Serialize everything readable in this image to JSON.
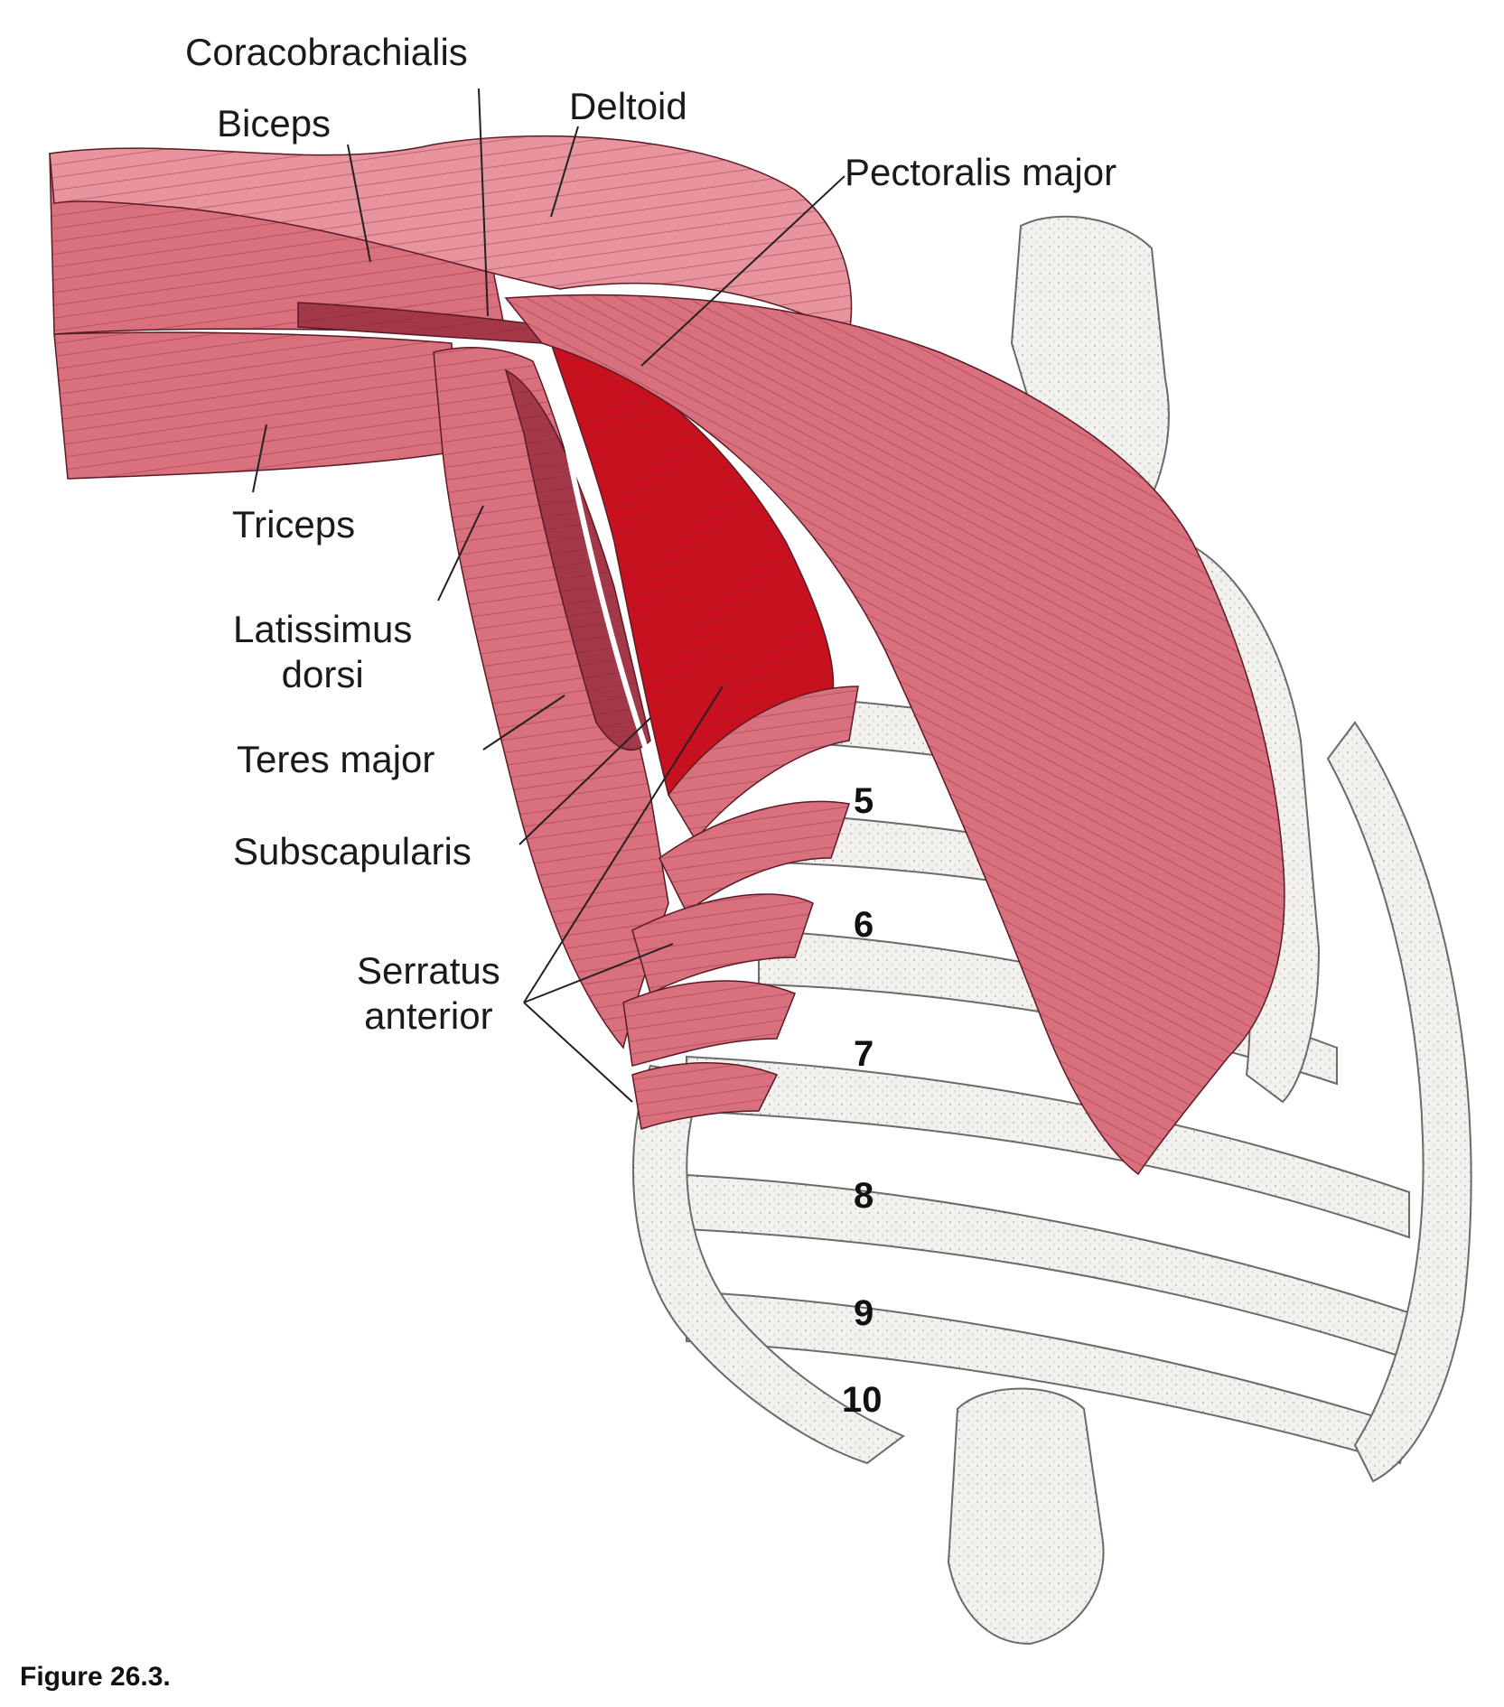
{
  "labels": {
    "coracobrachialis": "Coracobrachialis",
    "biceps": "Biceps",
    "deltoid": "Deltoid",
    "pectoralis_major": "Pectoralis major",
    "triceps": "Triceps",
    "latissimus_dorsi_line1": "Latissimus",
    "latissimus_dorsi_line2": "dorsi",
    "teres_major": "Teres major",
    "subscapularis": "Subscapularis",
    "serratus_anterior_line1": "Serratus",
    "serratus_anterior_line2": "anterior"
  },
  "rib_numbers": [
    "5",
    "6",
    "7",
    "8",
    "9",
    "10"
  ],
  "caption": "Figure 26.3.",
  "colors": {
    "muscle": "#d9707e",
    "muscle_light": "#e7949e",
    "muscle_deep": "#c8101e",
    "muscle_dark": "#a33848",
    "bone": "#f3f1ee",
    "bone_stroke": "#6a6a6a",
    "leader_line": "#222222"
  }
}
